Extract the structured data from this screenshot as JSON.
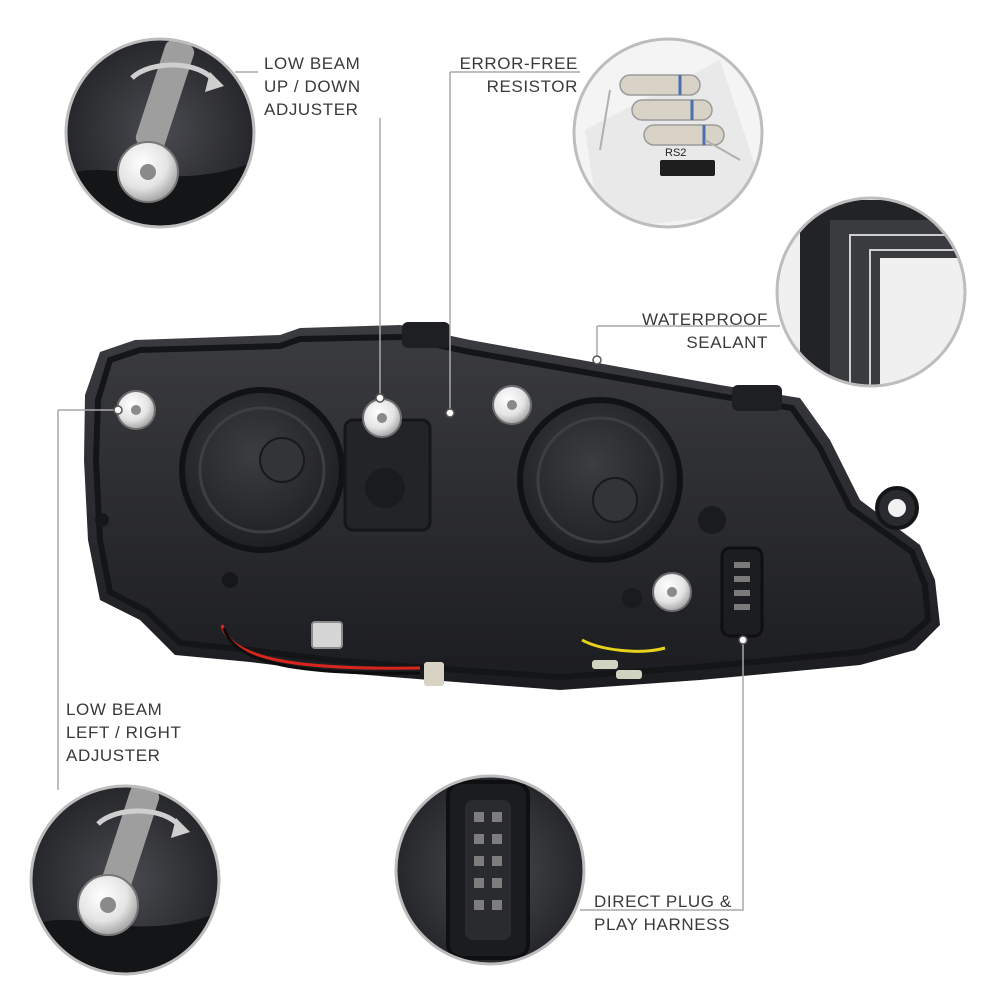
{
  "callouts": {
    "low_beam_up_down": {
      "text": "LOW BEAM\nUP / DOWN\nADJUSTER"
    },
    "error_free_resistor": {
      "text": "ERROR-FREE\nRESISTOR"
    },
    "waterproof_sealant": {
      "text": "WATERPROOF\nSEALANT"
    },
    "low_beam_left_right": {
      "text": "LOW BEAM\nLEFT / RIGHT\nADJUSTER"
    },
    "direct_plug_play": {
      "text": "DIRECT PLUG &\nPLAY HARNESS"
    }
  },
  "resistor_marking": "RS2",
  "colors": {
    "background": "#ffffff",
    "housing": "#2b2c2f",
    "housing_dark": "#16171a",
    "leader_line": "#a9a9a9",
    "label_text": "#3a3a3a",
    "circle_border": "#bdbdbd",
    "wire_yellow": "#e6d21c",
    "wire_red": "#d8261e"
  }
}
